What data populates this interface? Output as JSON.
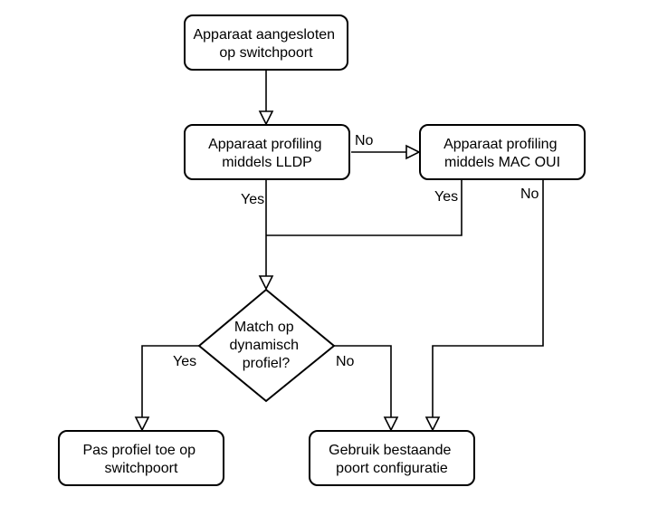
{
  "nodes": {
    "start": [
      "Apparaat aangesloten",
      "op switchpoort"
    ],
    "lldp": [
      "Apparaat profiling",
      "middels LLDP"
    ],
    "mac_oui": [
      "Apparaat profiling",
      "middels MAC OUI"
    ],
    "decision": [
      "Match op",
      "dynamisch",
      "profiel?"
    ],
    "apply": [
      "Pas profiel toe op",
      "switchpoort"
    ],
    "existing": [
      "Gebruik bestaande",
      "poort configuratie"
    ]
  },
  "edge_labels": {
    "lldp_no": "No",
    "lldp_yes": "Yes",
    "mac_yes": "Yes",
    "mac_no": "No",
    "decision_yes": "Yes",
    "decision_no": "No"
  }
}
